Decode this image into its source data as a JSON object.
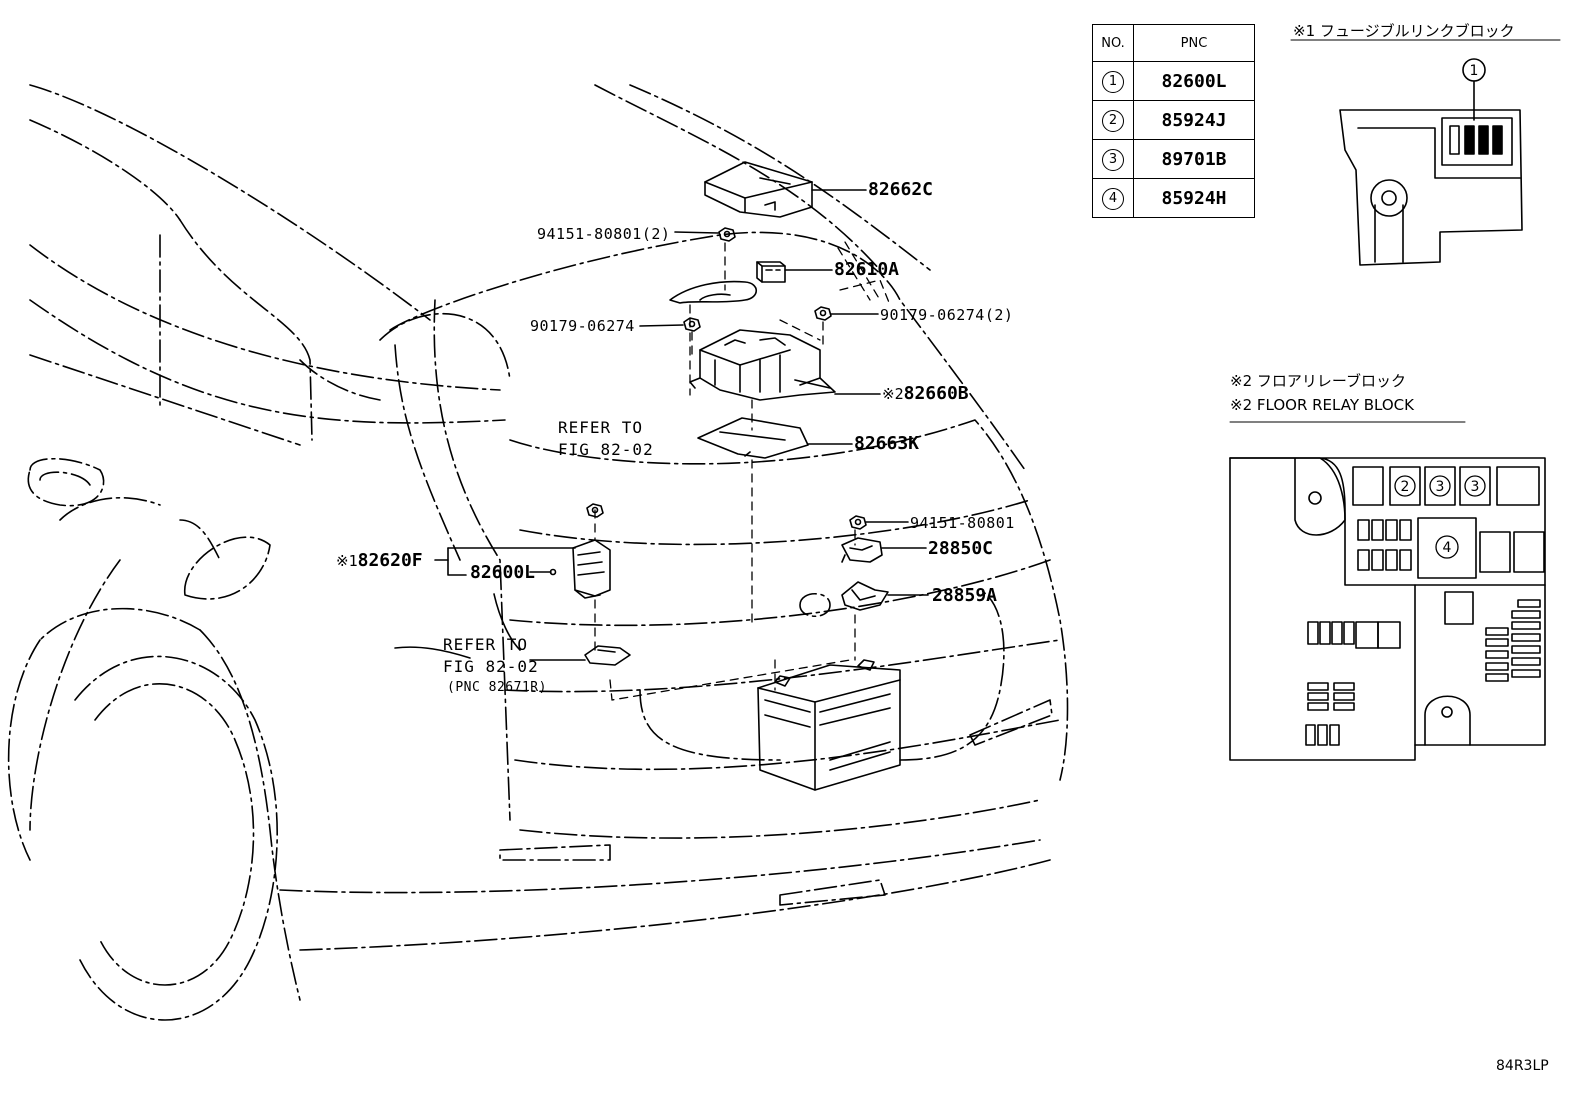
{
  "table": {
    "header_no": "NO.",
    "header_pnc": "PNC",
    "rows": [
      {
        "no": "1",
        "pnc": "82600L"
      },
      {
        "no": "2",
        "pnc": "85924J"
      },
      {
        "no": "3",
        "pnc": "89701B"
      },
      {
        "no": "4",
        "pnc": "85924H"
      }
    ]
  },
  "inset1": {
    "title": "※1 フュージブルリンクブロック",
    "callout": "1"
  },
  "inset2": {
    "title_jp": "※2 フロアリレーブロック",
    "title_en": "※2 FLOOR RELAY BLOCK",
    "callouts": [
      "2",
      "3",
      "3",
      "4"
    ]
  },
  "labels": {
    "p82662C": "82662C",
    "p94151_2": "94151-80801(2)",
    "p82610A": "82610A",
    "p90179_left": "90179-06274",
    "p90179_right": "90179-06274(2)",
    "mark2": "※2",
    "p82660B": "82660B",
    "p82663K": "82663K",
    "refer_top_1": "REFER TO",
    "refer_top_2": "FIG 82-02",
    "p94151": "94151-80801",
    "p28850C": "28850C",
    "mark1": "※1",
    "p82620F": "82620F",
    "p82600L": "82600L",
    "p28859A": "28859A",
    "refer_bottom_1": "REFER TO",
    "refer_bottom_2": "FIG 82-02",
    "refer_bottom_3": "(PNC 82671R)"
  },
  "diagram_code": "84R3LP"
}
